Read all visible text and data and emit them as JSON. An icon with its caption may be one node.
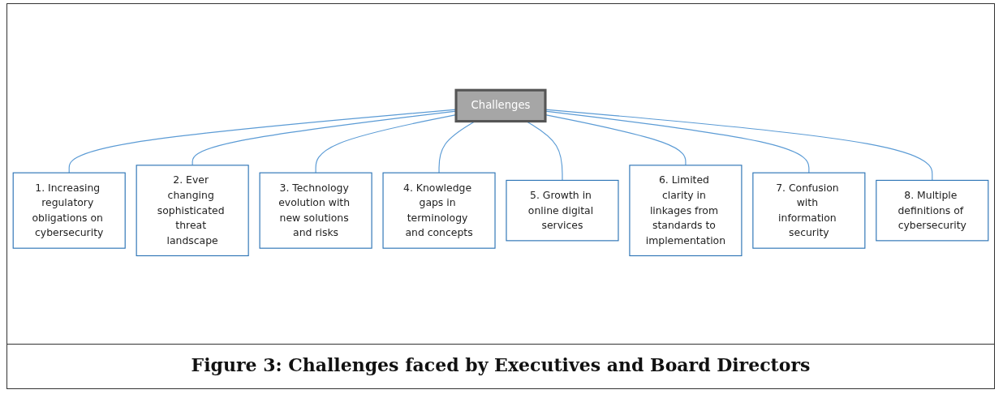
{
  "diagram": {
    "caption": "Figure 3: Challenges faced by Executives and Board Directors",
    "nodes": [
      {
        "text": [
          "Challenges"
        ]
      },
      {
        "text": [
          "1. Increasing regulatory obligations on cybersecurity"
        ]
      },
      {
        "text": [
          "2. Ever changing sophisticated threat landscape"
        ]
      },
      {
        "text": [
          "3. Technology evolution with new solutions and risks"
        ]
      },
      {
        "text": [
          "4. Knowledge gaps in terminology and concepts"
        ]
      },
      {
        "text": [
          "5. Growth in online digital services"
        ]
      },
      {
        "text": [
          "6. Limited clarity in linkages from standards to implementation"
        ]
      },
      {
        "text": [
          "7. Confusion with information security"
        ]
      },
      {
        "text": [
          "8. Multiple definitions of cybersecurity"
        ]
      }
    ],
    "edges": [
      {
        "from": 0,
        "to": 1,
        "arrow": "none"
      },
      {
        "from": 0,
        "to": 2,
        "arrow": "none"
      },
      {
        "from": 0,
        "to": 3,
        "arrow": "none"
      },
      {
        "from": 0,
        "to": 4,
        "arrow": "none"
      },
      {
        "from": 0,
        "to": 5,
        "arrow": "none"
      },
      {
        "from": 0,
        "to": 6,
        "arrow": "none"
      },
      {
        "from": 0,
        "to": 7,
        "arrow": "none"
      },
      {
        "from": 0,
        "to": 8,
        "arrow": "none"
      }
    ]
  }
}
